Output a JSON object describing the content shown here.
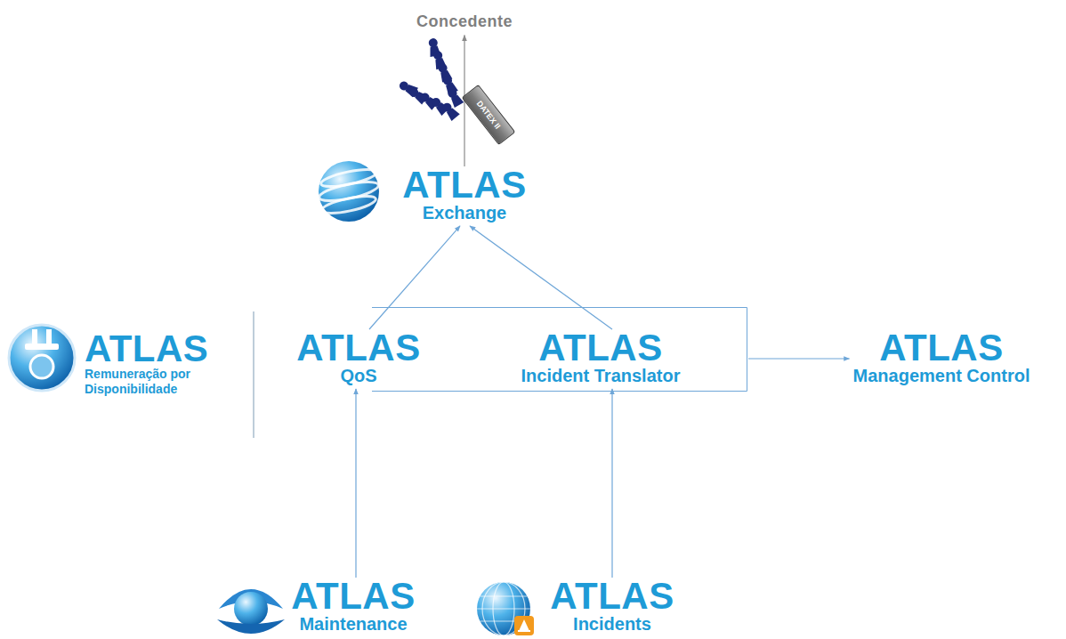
{
  "diagram": {
    "nodes": [
      {
        "text": [
          "Concedente"
        ]
      },
      {
        "text": [
          "ATLAS",
          "Exchange"
        ]
      },
      {
        "text": [
          "ATLAS",
          "Remuneração por Disponibilidade"
        ]
      },
      {
        "text": []
      },
      {
        "text": [
          "ATLAS",
          "QoS"
        ],
        "in": 3
      },
      {
        "text": [
          "ATLAS",
          "Incident Translator"
        ],
        "in": 3
      },
      {
        "text": [
          "ATLAS",
          "Management Control"
        ]
      },
      {
        "text": [
          "ATLAS",
          "Maintenance"
        ]
      },
      {
        "text": [
          "ATLAS",
          "Incidents"
        ]
      }
    ],
    "edges": [
      {
        "from": 1,
        "to": 0,
        "arrow": "to"
      },
      {
        "from": 4,
        "to": 1,
        "arrow": "to"
      },
      {
        "from": 5,
        "to": 1,
        "arrow": "to"
      },
      {
        "from": 3,
        "to": 6,
        "arrow": "to"
      },
      {
        "from": 7,
        "to": 4,
        "arrow": "to"
      },
      {
        "from": 8,
        "to": 5,
        "arrow": "to"
      }
    ],
    "labels": [
      "DATEX II"
    ]
  }
}
